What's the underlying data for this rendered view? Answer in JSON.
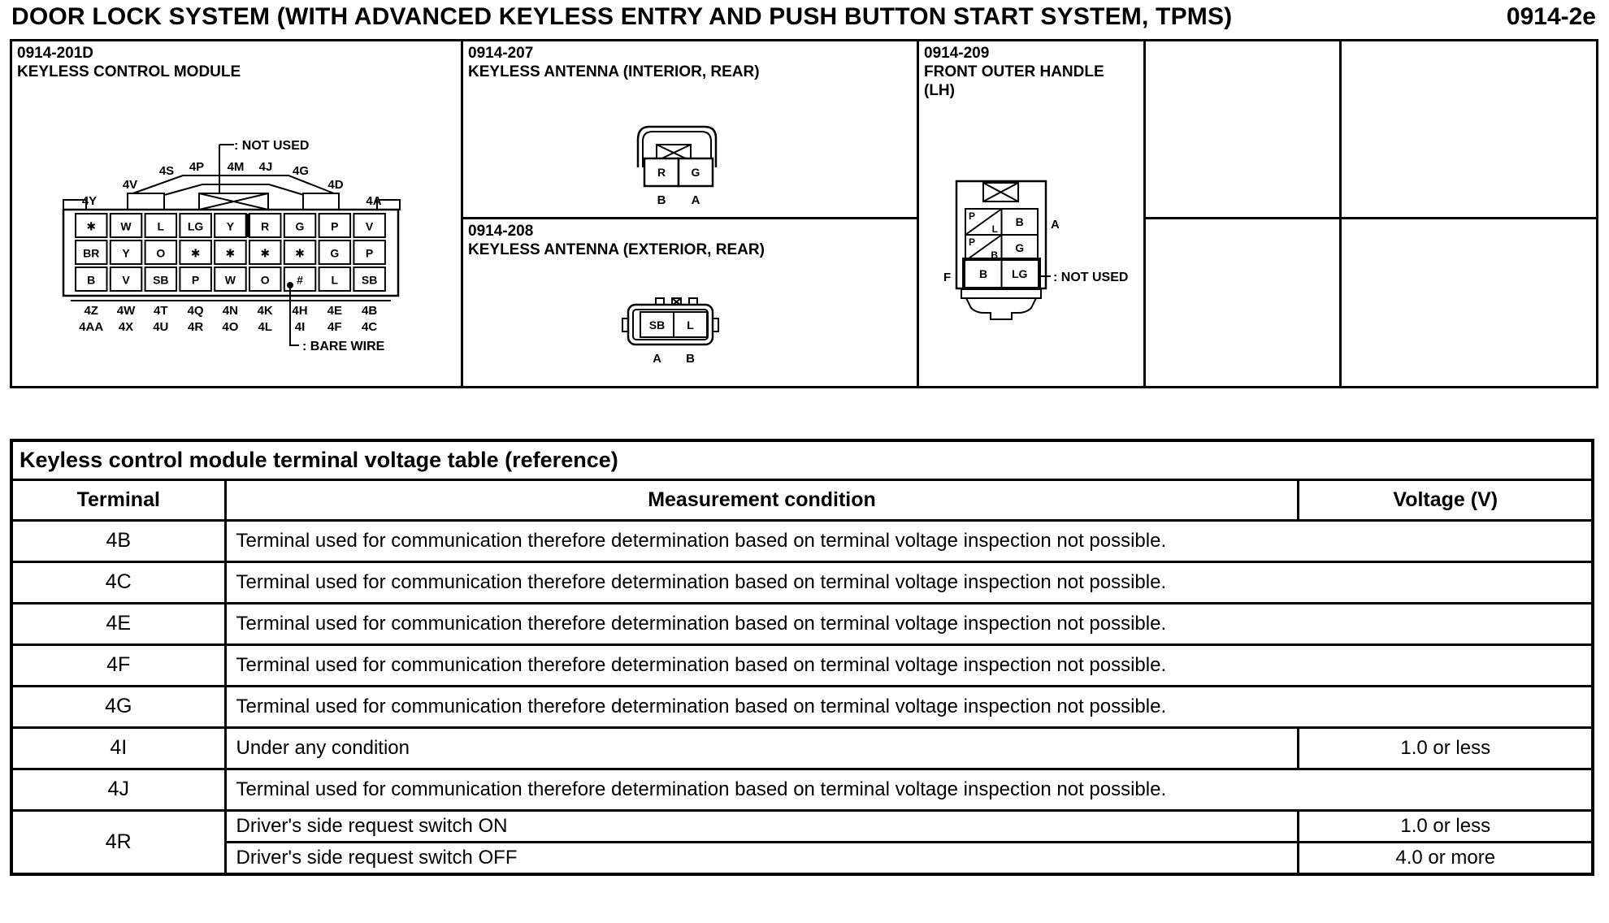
{
  "page": {
    "title": "DOOR LOCK SYSTEM (WITH ADVANCED KEYLESS ENTRY AND PUSH BUTTON START SYSTEM, TPMS)",
    "page_code": "0914-2e"
  },
  "connector_module": {
    "id": "0914-201D",
    "name": "KEYLESS CONTROL MODULE",
    "not_used_label": ": NOT USED",
    "bare_wire_label": ": BARE WIRE",
    "top_labels": [
      "4Y",
      "4V",
      "4S",
      "4P",
      "4M",
      "4J",
      "4G",
      "4D",
      "4A"
    ],
    "pin_rows": [
      [
        "✱",
        "W",
        "L",
        "LG",
        "Y",
        "R",
        "G",
        "P",
        "V"
      ],
      [
        "BR",
        "Y",
        "O",
        "✱",
        "✱",
        "✱",
        "✱",
        "G",
        "P"
      ],
      [
        "B",
        "V",
        "SB",
        "P",
        "W",
        "O",
        "#",
        "L",
        "SB"
      ]
    ],
    "bottom_labels": [
      [
        "4Z",
        "4W",
        "4T",
        "4Q",
        "4N",
        "4K",
        "4H",
        "4E",
        "4B"
      ],
      [
        "4AA",
        "4X",
        "4U",
        "4R",
        "4O",
        "4L",
        "4I",
        "4F",
        "4C"
      ]
    ]
  },
  "antenna_interior": {
    "id": "0914-207",
    "name": "KEYLESS ANTENNA (INTERIOR, REAR)",
    "pins": [
      "R",
      "G"
    ],
    "positions": [
      "B",
      "A"
    ]
  },
  "antenna_exterior": {
    "id": "0914-208",
    "name": "KEYLESS ANTENNA (EXTERIOR, REAR)",
    "pins": [
      "SB",
      "L"
    ],
    "positions": [
      "A",
      "B"
    ]
  },
  "front_outer_handle": {
    "id": "0914-209",
    "name_line1": "FRONT OUTER HANDLE",
    "name_line2": "(LH)",
    "not_used_label": ": NOT USED",
    "label_a": "A",
    "label_f": "F",
    "pins": {
      "r1_left_top": "P",
      "r1_left_bottom": "L",
      "r1_right": "B",
      "r2_left_top": "P",
      "r2_left_bottom": "B",
      "r2_right": "G",
      "r3_left": "B",
      "r3_right": "LG"
    }
  },
  "voltage_table": {
    "title": "Keyless control module terminal voltage table (reference)",
    "col_terminal": "Terminal",
    "col_condition": "Measurement condition",
    "col_voltage": "Voltage (V)",
    "rows": [
      {
        "terminal": "4B",
        "entries": [
          {
            "condition": "Terminal used for communication therefore determination based on terminal voltage inspection not possible.",
            "voltage": ""
          }
        ]
      },
      {
        "terminal": "4C",
        "entries": [
          {
            "condition": "Terminal used for communication therefore determination based on terminal voltage inspection not possible.",
            "voltage": ""
          }
        ]
      },
      {
        "terminal": "4E",
        "entries": [
          {
            "condition": "Terminal used for communication therefore determination based on terminal voltage inspection not possible.",
            "voltage": ""
          }
        ]
      },
      {
        "terminal": "4F",
        "entries": [
          {
            "condition": "Terminal used for communication therefore determination based on terminal voltage inspection not possible.",
            "voltage": ""
          }
        ]
      },
      {
        "terminal": "4G",
        "entries": [
          {
            "condition": "Terminal used for communication therefore determination based on terminal voltage inspection not possible.",
            "voltage": ""
          }
        ]
      },
      {
        "terminal": "4I",
        "entries": [
          {
            "condition": "Under any condition",
            "voltage": "1.0 or less"
          }
        ]
      },
      {
        "terminal": "4J",
        "entries": [
          {
            "condition": "Terminal used for communication therefore determination based on terminal voltage inspection not possible.",
            "voltage": ""
          }
        ]
      },
      {
        "terminal": "4R",
        "entries": [
          {
            "condition": "Driver's side request switch ON",
            "voltage": "1.0 or less"
          },
          {
            "condition": "Driver's side request switch OFF",
            "voltage": "4.0 or more"
          }
        ]
      }
    ]
  }
}
